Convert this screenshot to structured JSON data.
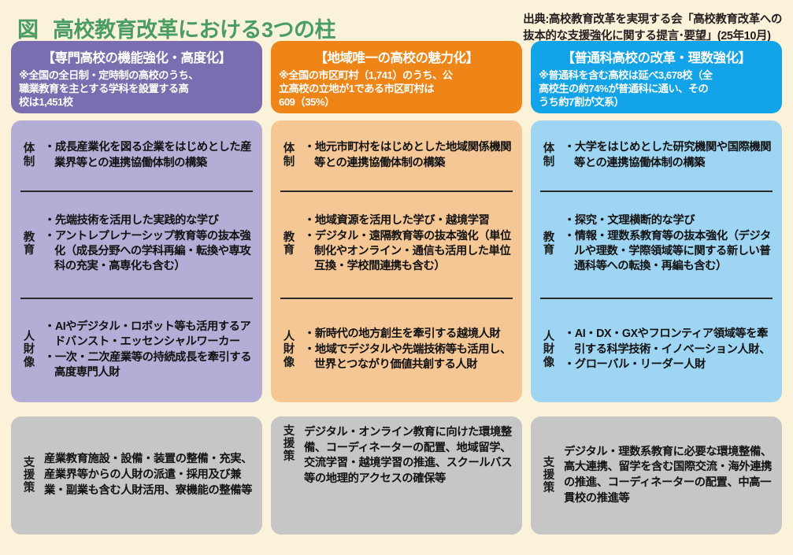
{
  "header": {
    "figure_mark": "図",
    "title": "高校教育改革における3つの柱",
    "source_lines": [
      "出典:高校教育改革を実現する会「高校教育改革への",
      "抜本的な支援強化に関する提言･要望」(25年10月)"
    ]
  },
  "colors": {
    "background": "#fbf2da",
    "title_green": "#4a9d62",
    "col1_header": "#7a6db0",
    "col1_body": "#b4aed7",
    "col2_header": "#ef8417",
    "col2_body": "#f5c795",
    "col3_header": "#13a3e8",
    "col3_body": "#9ed5f2",
    "support_gray": "#c6c6c6",
    "divider": "#2b2b2b"
  },
  "row_labels": {
    "system": [
      "体",
      "制"
    ],
    "education": [
      "教",
      "育"
    ],
    "talent": [
      "人",
      "財",
      "像"
    ],
    "support": [
      "支",
      "援",
      "策"
    ]
  },
  "columns": [
    {
      "id": "specialized-high-school",
      "header_title": "【専門高校の機能強化・高度化】",
      "header_note": [
        "※全国の全日制・定時制の高校のうち、",
        "職業教育を主とする学科を設置する高",
        "校は1,451校"
      ],
      "system": [
        "・成長産業化を図る企業をはじめとした産業界等との連携協働体制の構築"
      ],
      "education": [
        "・先端技術を活用した実践的な学び",
        "・アントレプレナーシップ教育等の抜本強化（成長分野への学科再編・転換や専攻科の充実・高専化も含む）"
      ],
      "talent": [
        "・AIやデジタル・ロボット等も活用するアドバンスト・エッセンシャルワーカー",
        "・一次・二次産業等の持続成長を牽引する高度専門人財"
      ],
      "support": "産業教育施設・設備・装置の整備・充実、産業界等からの人財の派遣・採用及び兼業・副業も含む人財活用、寮機能の整備等"
    },
    {
      "id": "regional-only-high-school",
      "header_title": "【地域唯一の高校の魅力化】",
      "header_note": [
        "※全国の市区町村（1,741）のうち、公",
        "立高校の立地が1である市区町村は",
        "609（35%）"
      ],
      "system": [
        "・地元市町村をはじめとした地域関係機関等との連携協働体制の構築"
      ],
      "education": [
        "・地域資源を活用した学び・越境学習",
        "・デジタル・遠隔教育等の抜本強化（単位制化やオンライン・通信も活用した単位互換・学校間連携も含む）"
      ],
      "talent": [
        "・新時代の地方創生を牽引する越境人財",
        "・地域でデジタルや先端技術等も活用し、世界とつながり価値共創する人財"
      ],
      "support": "デジタル・オンライン教育に向けた環境整備、コーディネーターの配置、地域留学、交流学習・越境学習の推進、スクールバス等の地理的アクセスの確保等"
    },
    {
      "id": "general-course-high-school",
      "header_title": "【普通科高校の改革・理数強化】",
      "header_note": [
        "※普通科を含む高校は延べ3,678校（全",
        "高校生の約74%が普通科に通い、その",
        "うち約7割が文系）"
      ],
      "system": [
        "・大学をはじめとした研究機関や国際機関等との連携協働体制の構築"
      ],
      "education": [
        "・探究・文理横断的な学び",
        "・情報・理数系教育等の抜本強化（デジタルや理数・学際領域等に関する新しい普通科等への転換・再編も含む）"
      ],
      "talent": [
        "・AI・DX・GXやフロンティア領域等を牽引する科学技術・イノベーション人財、",
        "・グローバル・リーダー人財"
      ],
      "support": "デジタル・理数系教育に必要な環境整備、高大連携、留学を含む国際交流・海外連携の推進、コーディネーターの配置、中高一貫校の推進等"
    }
  ]
}
